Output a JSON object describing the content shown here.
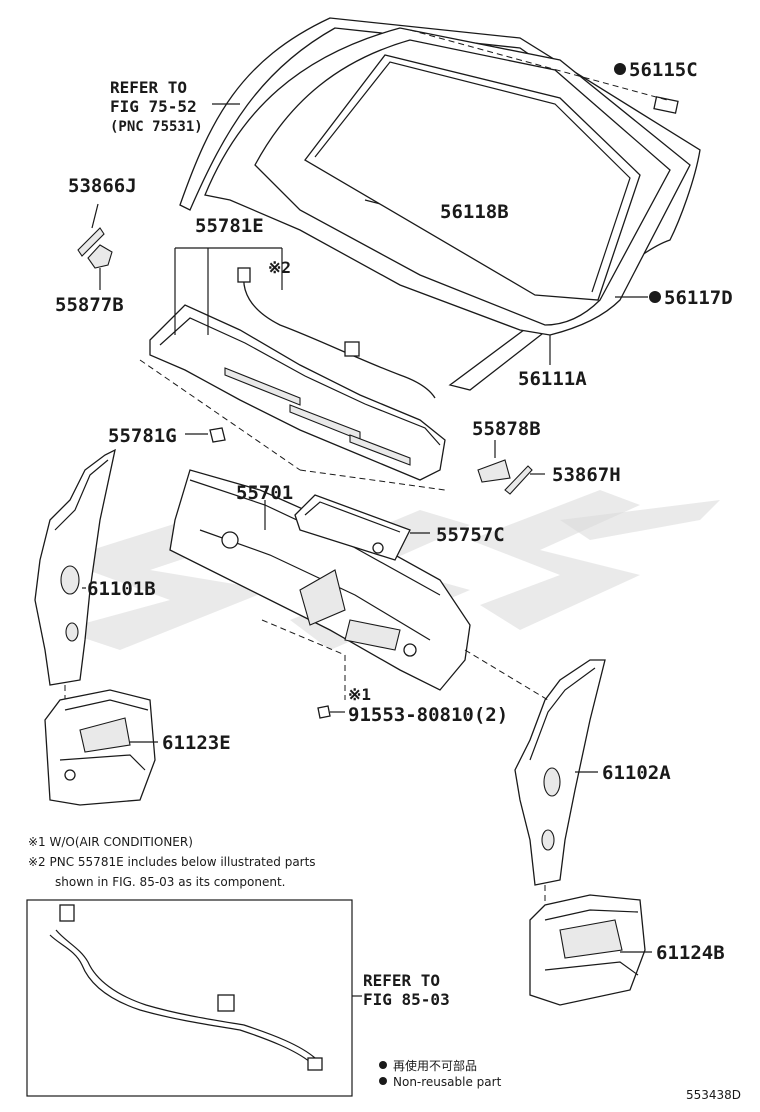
{
  "labels": {
    "p56115C": "56115C",
    "p56118B": "56118B",
    "p56117D": "56117D",
    "p56111A": "56111A",
    "p53866J": "53866J",
    "p55877B": "55877B",
    "p55781E": "55781E",
    "p55781G": "55781G",
    "p55878B": "55878B",
    "p53867H": "53867H",
    "p55701": "55701",
    "p55757C": "55757C",
    "p61101B": "61101B",
    "p61123E": "61123E",
    "p91553": "91553-80810(2)",
    "p61102A": "61102A",
    "p61124B": "61124B"
  },
  "refer_top": {
    "line1": "REFER TO",
    "line2": "FIG 75-52",
    "line3": "(PNC 75531)"
  },
  "refer_bottom": {
    "line1": "REFER TO",
    "line2": "FIG 85-03"
  },
  "notes": {
    "mark1": "※1",
    "mark2": "※2",
    "note1": "※1 W/O(AIR CONDITIONER)",
    "note2a": "※2 PNC 55781E includes below illustrated parts",
    "note2b": "shown in FIG. 85-03 as its component."
  },
  "legend": {
    "jp": "再使用不可部品",
    "en": "Non-reusable part"
  },
  "diagram_id": "553438D",
  "colors": {
    "ink": "#1a1a1a",
    "watermark": "#d9d9d9"
  }
}
